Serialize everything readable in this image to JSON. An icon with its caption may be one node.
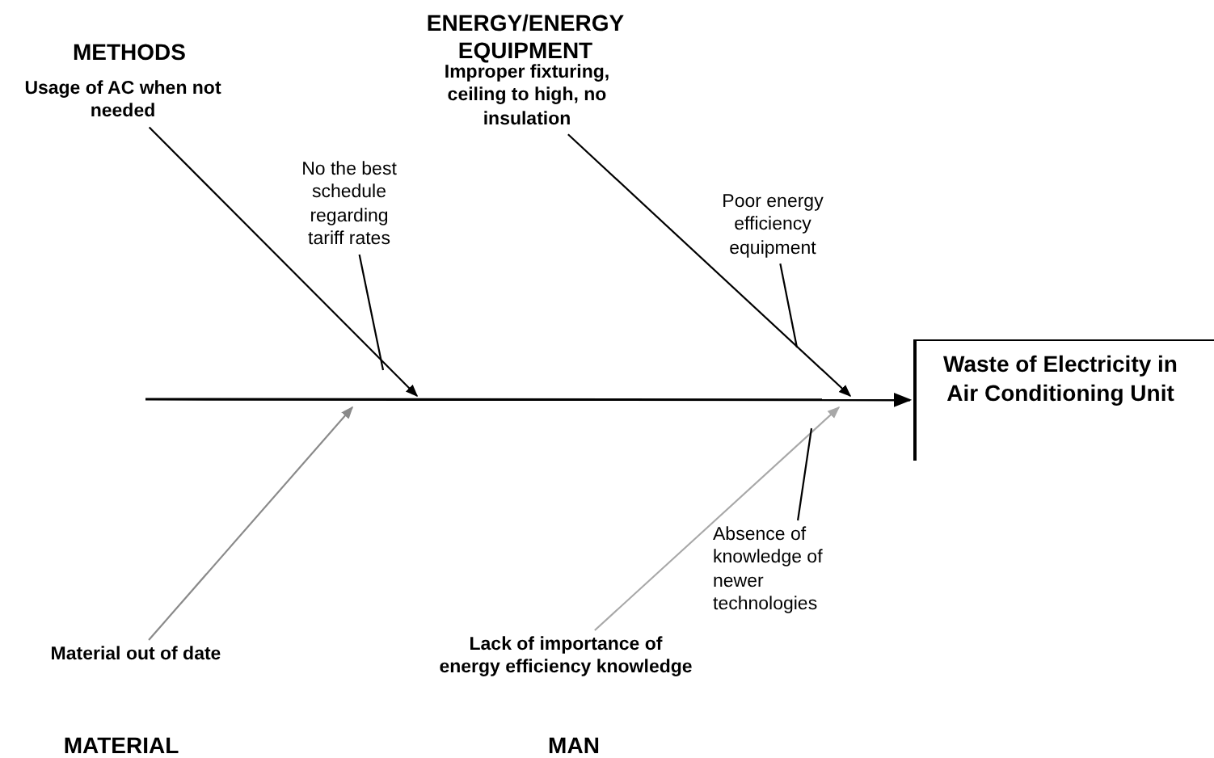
{
  "diagram": {
    "nodes": [
      {
        "text": [
          "Usage of AC when not needed"
        ]
      },
      {
        "text": [
          "No the best schedule regarding tariff rates"
        ]
      },
      {
        "text": [
          "Improper fixturing, ceiling to high, no insulation"
        ]
      },
      {
        "text": [
          "Poor energy efficiency equipment"
        ]
      },
      {
        "text": [
          "Waste of Electricity in Air Conditioning Unit"
        ]
      },
      {
        "text": [
          "Material out of date"
        ]
      },
      {
        "text": [
          "Lack of importance of energy efficiency knowledge"
        ]
      },
      {
        "text": [
          "Absence of knowledge of newer technologies"
        ]
      }
    ],
    "edges": [
      {
        "from": null,
        "to": 4,
        "arrow": "to"
      },
      {
        "from": 0,
        "to": null,
        "arrow": "to"
      },
      {
        "from": 1,
        "to": null,
        "arrow": "none"
      },
      {
        "from": 2,
        "to": null,
        "arrow": "to"
      },
      {
        "from": 3,
        "to": null,
        "arrow": "none"
      },
      {
        "from": 5,
        "to": null,
        "arrow": "to",
        "color": "#8a8a8a"
      },
      {
        "from": 6,
        "to": null,
        "arrow": "to",
        "color": "#a8a8a8"
      },
      {
        "from": 7,
        "to": null,
        "arrow": "none"
      }
    ],
    "labels": [
      "METHODS",
      "ENERGY/ENERGY EQUIPMENT",
      "MATERIAL",
      "MAN"
    ]
  }
}
